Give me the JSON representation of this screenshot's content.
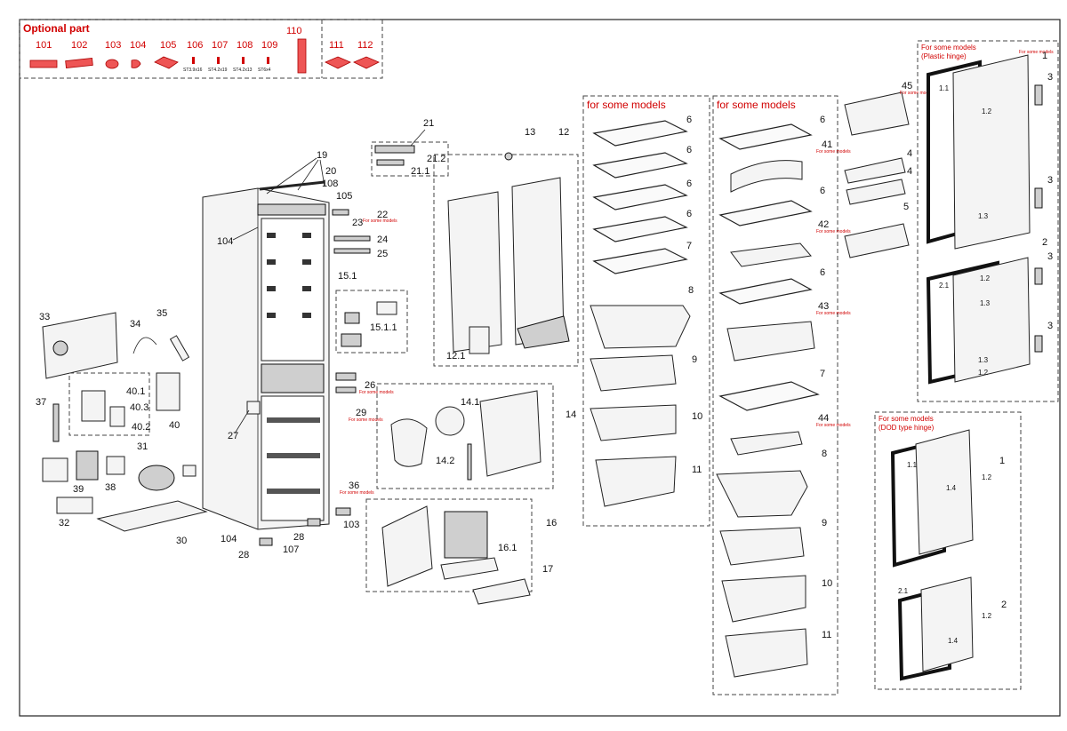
{
  "header": {
    "optional_title": "Optional part"
  },
  "optional_parts": [
    {
      "num": "101",
      "code": ""
    },
    {
      "num": "102",
      "code": ""
    },
    {
      "num": "103",
      "code": ""
    },
    {
      "num": "104",
      "code": ""
    },
    {
      "num": "105",
      "code": ""
    },
    {
      "num": "106",
      "code": "ST3.9x16"
    },
    {
      "num": "107",
      "code": "ST4.2x19"
    },
    {
      "num": "108",
      "code": "ST4.2x13"
    },
    {
      "num": "109",
      "code": "ST6x4"
    },
    {
      "num": "110",
      "code": ""
    },
    {
      "num": "111",
      "code": ""
    },
    {
      "num": "112",
      "code": ""
    }
  ],
  "sections": {
    "shelves_a": "for some models",
    "shelves_b": "for some models",
    "doors_plastic": "For some models",
    "doors_plastic_sub": "(Plastic  hinge)",
    "doors_dod": "For some models",
    "doors_dod_sub": "(DOD type hinge)"
  },
  "small_notes": {
    "n22": "For some models",
    "n26": "For some models",
    "n29": "For some models",
    "n36": "For some models",
    "n41": "For some models",
    "n42": "For some models",
    "n43": "For some models",
    "n44": "For some models",
    "n45": "For some models",
    "n1": "For some models"
  },
  "labels": {
    "l19": "19",
    "l20": "20",
    "l108": "108",
    "l105": "105",
    "l104a": "104",
    "l104b": "104",
    "l21": "21",
    "l21_2": "21.2",
    "l21_1": "21.1",
    "l22": "22",
    "l23": "23",
    "l24": "24",
    "l25": "25",
    "l13": "13",
    "l12": "12",
    "l12_1": "12.1",
    "l15_1": "15.1",
    "l15_1_1": "15.1.1",
    "l26": "26",
    "l29": "29",
    "l27": "27",
    "l33": "33",
    "l34": "34",
    "l35": "35",
    "l37": "37",
    "l40": "40",
    "l40_1": "40.1",
    "l40_3": "40.3",
    "l40_2": "40.2",
    "l31": "31",
    "l39": "39",
    "l38": "38",
    "l32": "32",
    "l30": "30",
    "l28a": "28",
    "l28b": "28",
    "l107": "107",
    "l103": "103",
    "l36": "36",
    "l14": "14",
    "l14_1": "14.1",
    "l14_2": "14.2",
    "l16": "16",
    "l16_1": "16.1",
    "l17": "17",
    "a6_1": "6",
    "a6_2": "6",
    "a6_3": "6",
    "a6_4": "6",
    "a7": "7",
    "a8": "8",
    "a9": "9",
    "a10": "10",
    "a11": "11",
    "b6_1": "6",
    "b41": "41",
    "b6_2": "6",
    "b42": "42",
    "b6_3": "6",
    "b43": "43",
    "b7": "7",
    "b44": "44",
    "b8": "8",
    "b9": "9",
    "b10": "10",
    "b11": "11",
    "l45": "45",
    "l4a": "4",
    "l4b": "4",
    "l5": "5",
    "d1": "1",
    "d1_1": "1.1",
    "d1_2": "1.2",
    "d1_3": "1.3",
    "d3a": "3",
    "d3b": "3",
    "d3c": "3",
    "d3d": "3",
    "d2": "2",
    "d2_1": "2.1",
    "d2_1_2": "1.2",
    "d2_1_3": "1.3",
    "d1_3b": "1.3",
    "d1_2b": "1.2",
    "e1": "1",
    "e1_1": "1.1",
    "e1_2": "1.2",
    "e1_4": "1.4",
    "e2": "2",
    "e2_1": "2.1",
    "e1_2b": "1.2",
    "e1_4b": "1.4"
  }
}
